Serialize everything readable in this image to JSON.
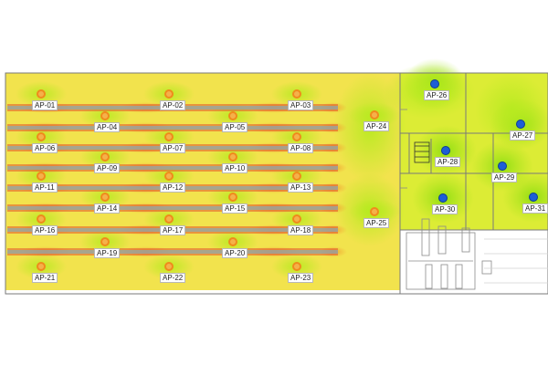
{
  "colors": {
    "signal_strong": "#9be10c",
    "signal_good": "#d9ee2a",
    "signal_medium": "#f4e63c",
    "signal_fair": "#f6b935",
    "signal_weak": "#ef6a3a",
    "ap_orange": "#f08a1c",
    "ap_blue": "#1d5ed6",
    "floor_bg": "#f1e45a"
  },
  "access_points": [
    {
      "label": "AP-01",
      "color": "orange"
    },
    {
      "label": "AP-02",
      "color": "orange"
    },
    {
      "label": "AP-03",
      "color": "orange"
    },
    {
      "label": "AP-04",
      "color": "orange"
    },
    {
      "label": "AP-05",
      "color": "orange"
    },
    {
      "label": "AP-06",
      "color": "orange"
    },
    {
      "label": "AP-07",
      "color": "orange"
    },
    {
      "label": "AP-08",
      "color": "orange"
    },
    {
      "label": "AP-09",
      "color": "orange"
    },
    {
      "label": "AP-10",
      "color": "orange"
    },
    {
      "label": "AP-11",
      "color": "orange"
    },
    {
      "label": "AP-12",
      "color": "orange"
    },
    {
      "label": "AP-13",
      "color": "orange"
    },
    {
      "label": "AP-14",
      "color": "orange"
    },
    {
      "label": "AP-15",
      "color": "orange"
    },
    {
      "label": "AP-16",
      "color": "orange"
    },
    {
      "label": "AP-17",
      "color": "orange"
    },
    {
      "label": "AP-18",
      "color": "orange"
    },
    {
      "label": "AP-19",
      "color": "orange"
    },
    {
      "label": "AP-20",
      "color": "orange"
    },
    {
      "label": "AP-21",
      "color": "orange"
    },
    {
      "label": "AP-22",
      "color": "orange"
    },
    {
      "label": "AP-23",
      "color": "orange"
    },
    {
      "label": "AP-24",
      "color": "orange"
    },
    {
      "label": "AP-25",
      "color": "orange"
    },
    {
      "label": "AP-26",
      "color": "blue"
    },
    {
      "label": "AP-27",
      "color": "blue"
    },
    {
      "label": "AP-28",
      "color": "blue"
    },
    {
      "label": "AP-29",
      "color": "blue"
    },
    {
      "label": "AP-30",
      "color": "blue"
    },
    {
      "label": "AP-31",
      "color": "blue"
    }
  ]
}
